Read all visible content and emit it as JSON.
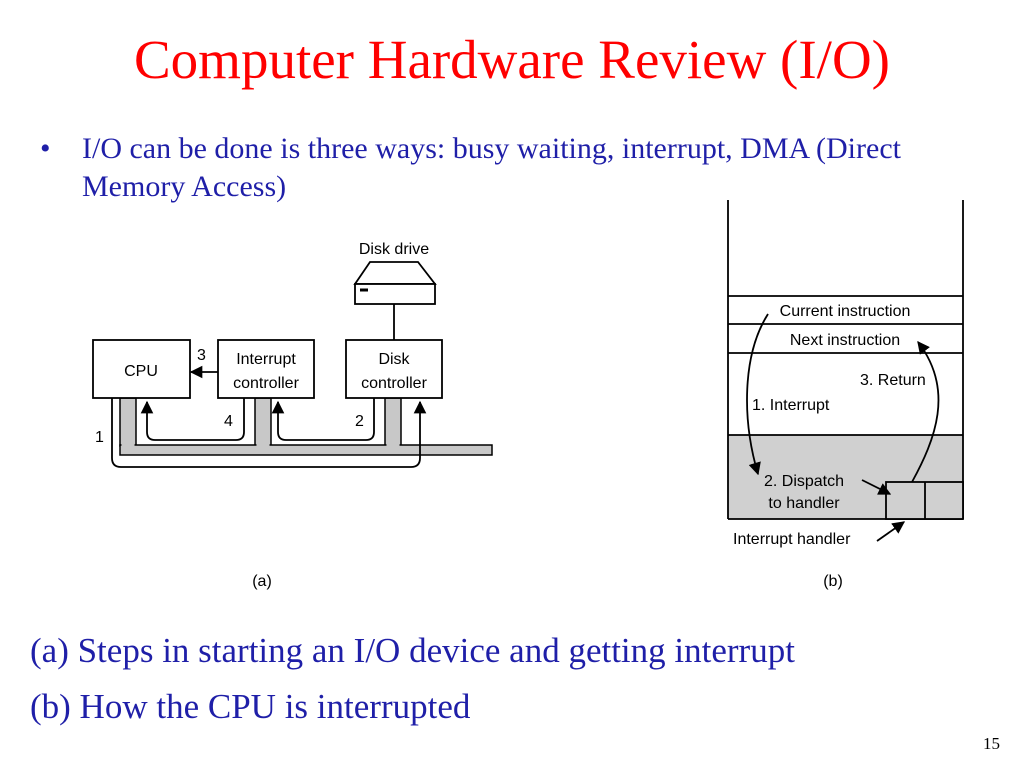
{
  "slide": {
    "title": "Computer Hardware Review (I/O)",
    "bullet": "I/O can be done is three ways: busy waiting, interrupt, DMA (Direct Memory Access)",
    "caption_a": "(a) Steps in starting an I/O device and getting interrupt",
    "caption_b": "(b) How the CPU is interrupted",
    "page_number": "15"
  },
  "diagram_a": {
    "disk_drive": "Disk drive",
    "cpu": "CPU",
    "interrupt_controller_line1": "Interrupt",
    "interrupt_controller_line2": "controller",
    "disk_controller_line1": "Disk",
    "disk_controller_line2": "controller",
    "step1": "1",
    "step2": "2",
    "step3": "3",
    "step4": "4",
    "label": "(a)"
  },
  "diagram_b": {
    "current_instruction": "Current instruction",
    "next_instruction": "Next instruction",
    "interrupt": "1. Interrupt",
    "return": "3. Return",
    "dispatch_line1": "2. Dispatch",
    "dispatch_line2": "to handler",
    "interrupt_handler": "Interrupt handler",
    "label": "(b)"
  }
}
